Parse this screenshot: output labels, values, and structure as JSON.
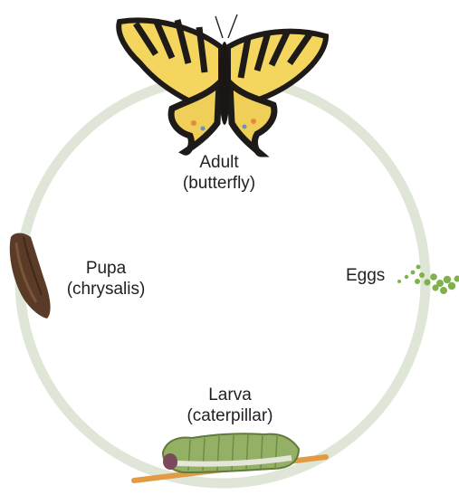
{
  "diagram": {
    "stages": {
      "adult": {
        "line1": "Adult",
        "line2": "(butterfly)"
      },
      "eggs": {
        "line1": "Eggs"
      },
      "larva": {
        "line1": "Larva",
        "line2": "(caterpillar)"
      },
      "pupa": {
        "line1": "Pupa",
        "line2": "(chrysalis)"
      }
    },
    "colors": {
      "cycle_ring": "#dfe6d8",
      "wing_yellow": "#f4d55e",
      "wing_black": "#1e1a17",
      "egg_green": "#7fb24a",
      "caterpillar_green": "#93b065",
      "twig": "#e39b43",
      "chrysalis_brown": "#5a3b28"
    }
  }
}
